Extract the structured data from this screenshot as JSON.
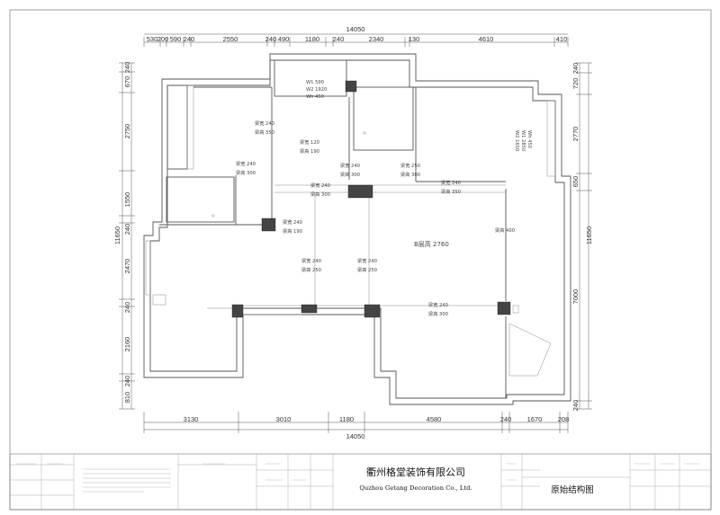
{
  "dimensions": {
    "top_total": "14050",
    "top": [
      "530",
      "200",
      "590",
      "240",
      "2550",
      "240",
      "490",
      "1180",
      "240",
      "2340",
      "130",
      "4610",
      "410"
    ],
    "bottom_total": "14050",
    "bottom": [
      "3130",
      "3010",
      "1180",
      "4580",
      "240",
      "1670",
      "208"
    ],
    "left_total": "11650",
    "left": [
      "240",
      "670",
      "2750",
      "1550",
      "240",
      "2470",
      "240",
      "2160",
      "240",
      "810"
    ],
    "right_total": "11650",
    "right": [
      "240",
      "720",
      "2770",
      "650",
      "7000",
      "240"
    ]
  },
  "beams": {
    "b1": [
      "梁宽 240",
      "梁高 350"
    ],
    "b2": [
      "梁宽 120",
      "梁高 190"
    ],
    "b3": [
      "梁宽 240",
      "梁高 300"
    ],
    "b4": [
      "梁宽 240",
      "梁高 300"
    ],
    "b5": [
      "梁宽 240",
      "梁高 300"
    ],
    "b6": [
      "梁宽 250",
      "梁高 300"
    ],
    "b7": [
      "梁宽 240",
      "梁高 350"
    ],
    "b8": [
      "梁宽 240",
      "梁高 190"
    ],
    "b9": [
      "梁宽 240",
      "梁高 250"
    ],
    "b10": [
      "梁宽 240",
      "梁高 250"
    ],
    "b11": [
      "梁宽 240",
      "梁高 300"
    ],
    "b12": [
      "梁高 400"
    ],
    "window_top": [
      "W1 590",
      "W2 1920",
      "Wh 450"
    ],
    "window_right": [
      "W2 1650",
      "W1 2850",
      "Wh 450"
    ]
  },
  "ceiling_label": "B层高 2760",
  "title_block": {
    "company_cn": "衢州格堂装饰有限公司",
    "company_en": "Quzhou Getang Decoration Co., Ltd.",
    "drawing_title": "原始结构图"
  }
}
